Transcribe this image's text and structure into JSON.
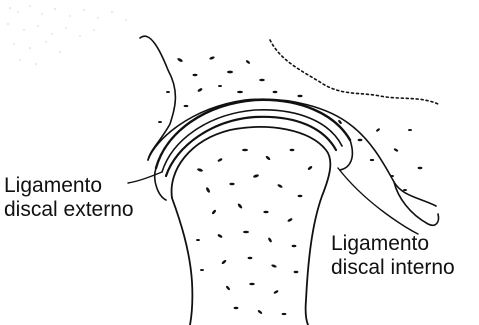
{
  "labels": {
    "external": {
      "line1": "Ligamento",
      "line2": "discal externo"
    },
    "internal": {
      "line1": "Ligamento",
      "line2": "discal interno"
    }
  },
  "colors": {
    "ink": "#111111",
    "background": "#ffffff"
  }
}
